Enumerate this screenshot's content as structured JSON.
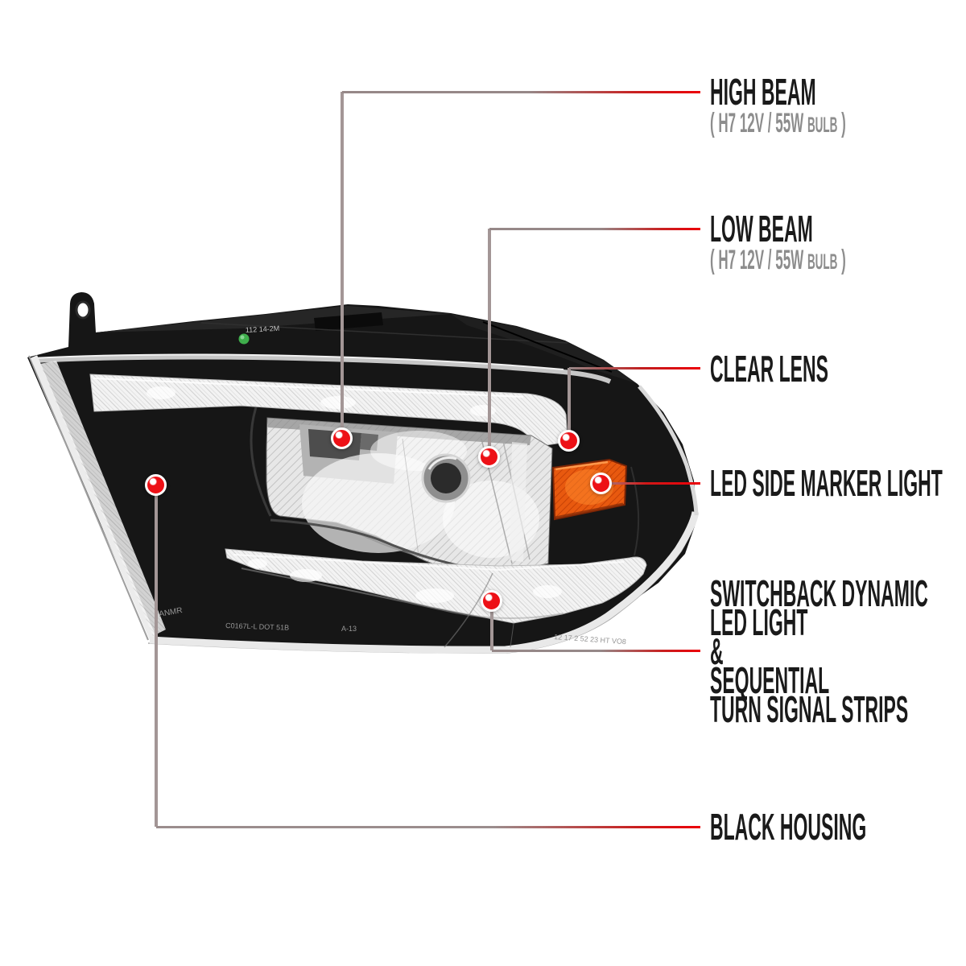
{
  "diagram": {
    "type": "product-callout",
    "product": "headlight assembly",
    "colors": {
      "accent_red": "#ec0008",
      "connector_gray": "#9b8d8d",
      "housing_black": "#161616",
      "amber_marker": "#e8590f",
      "green_indicator": "#3fae4c",
      "background": "#ffffff"
    },
    "callouts": [
      {
        "id": "high-beam",
        "title": "HIGH BEAM",
        "sub_pre": "( H7  12V / 55W ",
        "sub_bulb": "BULB",
        "sub_post": " )"
      },
      {
        "id": "low-beam",
        "title": "LOW BEAM",
        "sub_pre": "( H7  12V / 55W ",
        "sub_bulb": "BULB",
        "sub_post": " )"
      },
      {
        "id": "clear-lens",
        "title": "CLEAR LENS"
      },
      {
        "id": "led-side-marker",
        "title": "LED SIDE MARKER LIGHT"
      },
      {
        "id": "switchback",
        "lines": [
          "SWITCHBACK DYNAMIC",
          "LED LIGHT",
          "&",
          "SEQUENTIAL",
          "TURN SIGNAL STRIPS"
        ]
      },
      {
        "id": "black-housing",
        "title": "BLACK HOUSING"
      }
    ],
    "markings": {
      "top_code": "112 14-2M",
      "bottom_brand": "ANMR",
      "bottom_code_1": "C0167L-L DOT 51B",
      "bottom_code_2": "A-13",
      "bottom_code_3": "12 17 2 52 23 HT VO8"
    }
  }
}
